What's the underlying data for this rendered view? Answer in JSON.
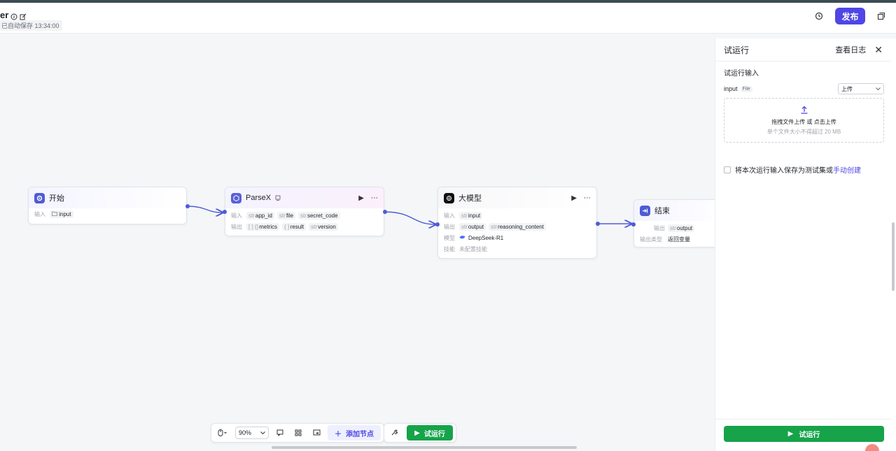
{
  "header": {
    "title": "er",
    "autosave": "已自动保存 13:34:00",
    "publish_label": "发布",
    "icons": [
      "info-icon",
      "edit-icon",
      "history-icon",
      "copy-icon"
    ]
  },
  "nodes": {
    "start": {
      "title": "开始",
      "input_label": "输入",
      "input_value": "input"
    },
    "parsex": {
      "title": "ParseX",
      "input_label": "输入",
      "output_label": "输出",
      "inputs": [
        {
          "type": "str",
          "name": "app_id"
        },
        {
          "type": "str",
          "name": "file"
        },
        {
          "type": "str",
          "name": "secret_code"
        }
      ],
      "outputs": [
        {
          "type": "[ ] {}",
          "name": "metrics"
        },
        {
          "type": "{ }",
          "name": "result"
        },
        {
          "type": "str",
          "name": "version"
        }
      ]
    },
    "llm": {
      "title": "大模型",
      "input_label": "输入",
      "output_label": "输出",
      "model_label": "模型",
      "skill_label": "技能",
      "inputs": [
        {
          "type": "str",
          "name": "input"
        }
      ],
      "outputs": [
        {
          "type": "str",
          "name": "output"
        },
        {
          "type": "str",
          "name": "reasoning_content"
        }
      ],
      "model": "DeepSeek-R1",
      "skill": "未配置技能"
    },
    "end": {
      "title": "结束",
      "output_label": "输出",
      "output_type_label": "输出类型",
      "outputs": [
        {
          "type": "str",
          "name": "output"
        }
      ],
      "output_type": "返回变量"
    }
  },
  "toolbar": {
    "zoom": "90%",
    "add_node_label": "添加节点",
    "run_label": "试运行"
  },
  "panel": {
    "title": "试运行",
    "log_label": "查看日志",
    "section_title": "试运行输入",
    "input_name": "input",
    "input_type": "File",
    "select_value": "上传",
    "upload_main": "拖拽文件上传 或 点击上传",
    "upload_sub": "单个文件大小不得超过 20 MB",
    "save_text": "将本次运行输入保存为测试集或",
    "save_link": "手动创建",
    "run_label": "试运行"
  },
  "colors": {
    "accent": "#4f46e5",
    "run_green": "#16a34a"
  }
}
